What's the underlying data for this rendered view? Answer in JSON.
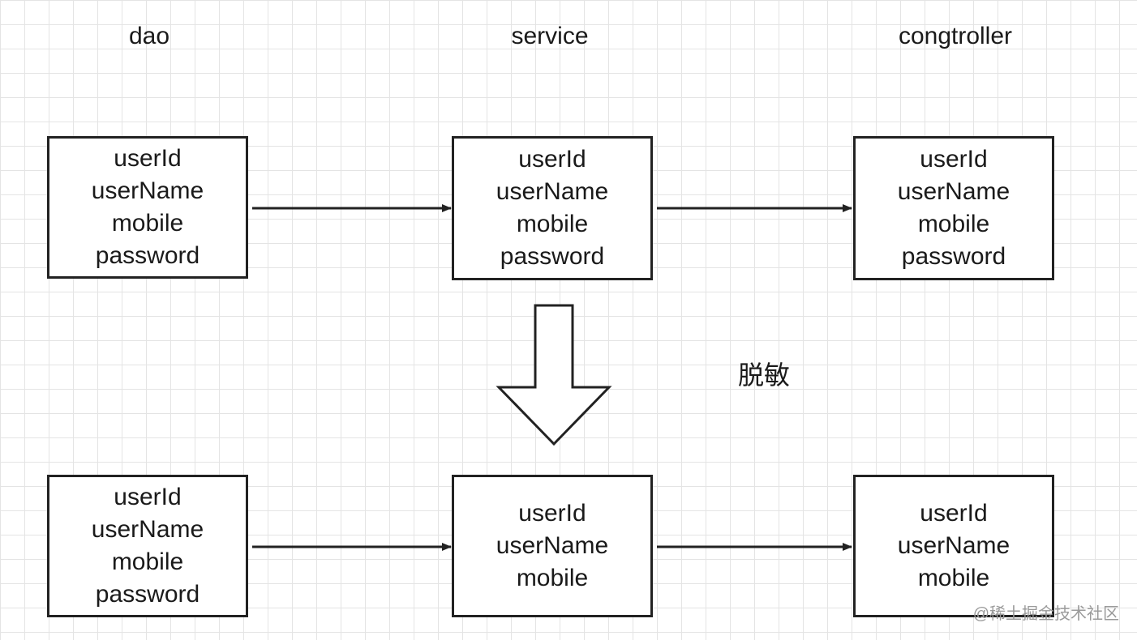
{
  "columns": [
    "dao",
    "service",
    "congtroller"
  ],
  "top_row": {
    "dao": [
      "userId",
      "userName",
      "mobile",
      "password"
    ],
    "service": [
      "userId",
      "userName",
      "mobile",
      "password"
    ],
    "controller": [
      "userId",
      "userName",
      "mobile",
      "password"
    ]
  },
  "bottom_row": {
    "dao": [
      "userId",
      "userName",
      "mobile",
      "password"
    ],
    "service": [
      "userId",
      "userName",
      "mobile"
    ],
    "controller": [
      "userId",
      "userName",
      "mobile"
    ]
  },
  "transform_label": "脱敏",
  "watermark": "@稀土掘金技术社区"
}
